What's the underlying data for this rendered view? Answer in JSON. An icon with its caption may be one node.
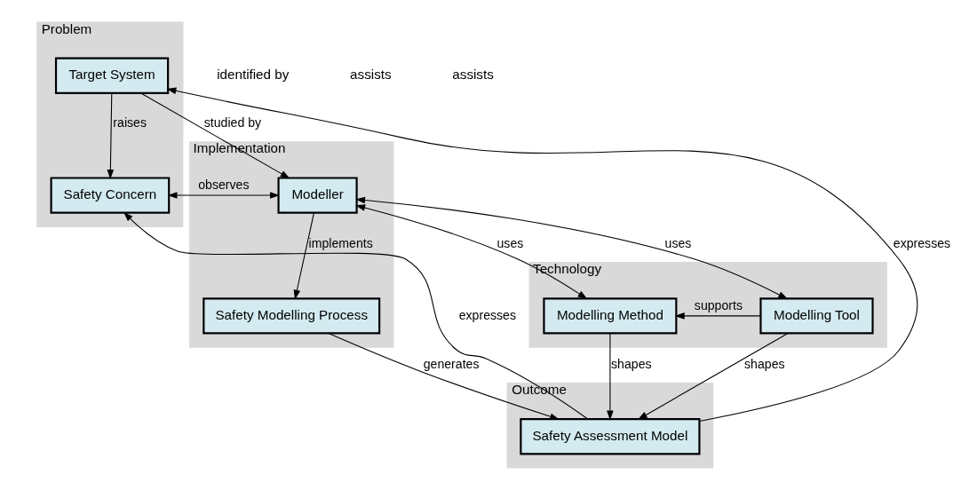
{
  "diagram": {
    "nodes": [
      {
        "text": [
          "Problem"
        ]
      },
      {
        "text": [
          "Target System"
        ],
        "in": 0
      },
      {
        "text": [
          "Safety Concern"
        ],
        "in": 0
      },
      {
        "text": [
          "Implementation"
        ]
      },
      {
        "text": [
          "Modeller"
        ],
        "in": 3
      },
      {
        "text": [
          "Safety Modelling Process"
        ],
        "in": 3
      },
      {
        "text": [
          "Technology"
        ]
      },
      {
        "text": [
          "Modelling Method"
        ],
        "in": 6
      },
      {
        "text": [
          "Modelling Tool"
        ],
        "in": 6
      },
      {
        "text": [
          "Outcome"
        ]
      },
      {
        "text": [
          "Safety Assessment Model"
        ],
        "in": 9
      }
    ],
    "edges": [
      {
        "from": 1,
        "to": 4,
        "arrow": "to",
        "label": "studied by"
      },
      {
        "from": 1,
        "to": 2,
        "arrow": "to",
        "label": "raises"
      },
      {
        "from": 4,
        "to": 2,
        "arrow": "both",
        "label": "observes"
      },
      {
        "from": 4,
        "to": 7,
        "arrow": "both",
        "label": "uses"
      },
      {
        "from": 4,
        "to": 8,
        "arrow": "both",
        "label": "uses"
      },
      {
        "from": 8,
        "to": 7,
        "arrow": "to",
        "label": "supports"
      },
      {
        "from": 7,
        "to": 10,
        "arrow": "to",
        "label": "shapes"
      },
      {
        "from": 8,
        "to": 10,
        "arrow": "to",
        "label": "shapes"
      },
      {
        "from": 4,
        "to": 5,
        "arrow": "to",
        "label": "implements"
      },
      {
        "from": 5,
        "to": 10,
        "arrow": "to",
        "label": "generates"
      },
      {
        "from": 10,
        "to": 2,
        "arrow": "to",
        "label": "expresses"
      },
      {
        "from": 10,
        "to": 1,
        "arrow": "to",
        "label": "expresses"
      }
    ],
    "labels": [
      "identified by",
      "assists",
      "assists"
    ]
  }
}
